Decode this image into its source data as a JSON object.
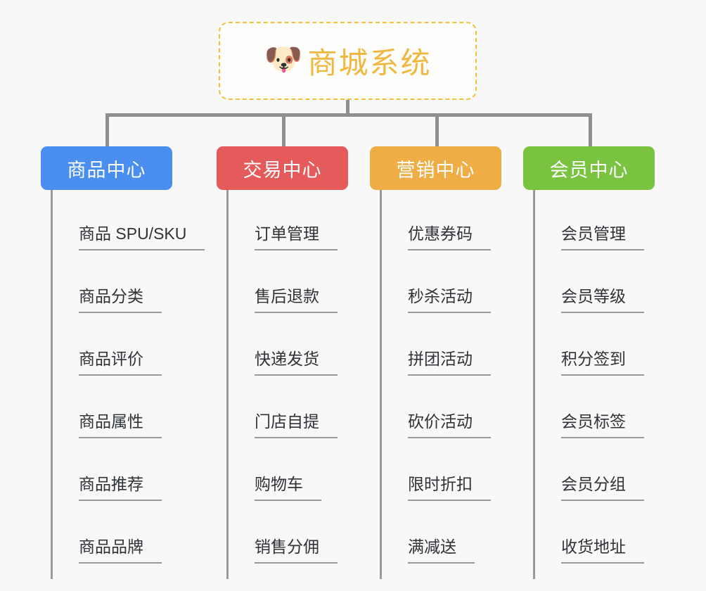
{
  "diagram": {
    "type": "mind-map",
    "background_color": "#f8f8f8",
    "root": {
      "title": "商城系统",
      "icon": "dog-face-icon",
      "icon_glyph": "🐶",
      "text_color": "#f0b840",
      "border_color": "#f0c03a",
      "background_color": "#fdfdfc"
    },
    "connector_color": "#8f8f8f",
    "leaf_text_color": "#2f3337",
    "leaf_underline_color": "#9a9a9a",
    "branches": [
      {
        "label": "商品中心",
        "color": "#4a8ef0",
        "items": [
          "商品 SPU/SKU",
          "商品分类",
          "商品评价",
          "商品属性",
          "商品推荐",
          "商品品牌"
        ]
      },
      {
        "label": "交易中心",
        "color": "#e55b5b",
        "items": [
          "订单管理",
          "售后退款",
          "快递发货",
          "门店自提",
          "购物车",
          "销售分佣"
        ]
      },
      {
        "label": "营销中心",
        "color": "#eeae45",
        "items": [
          "优惠券码",
          "秒杀活动",
          "拼团活动",
          "砍价活动",
          "限时折扣",
          "满减送"
        ]
      },
      {
        "label": "会员中心",
        "color": "#79c341",
        "items": [
          "会员管理",
          "会员等级",
          "积分签到",
          "会员标签",
          "会员分组",
          "收货地址"
        ]
      }
    ]
  }
}
